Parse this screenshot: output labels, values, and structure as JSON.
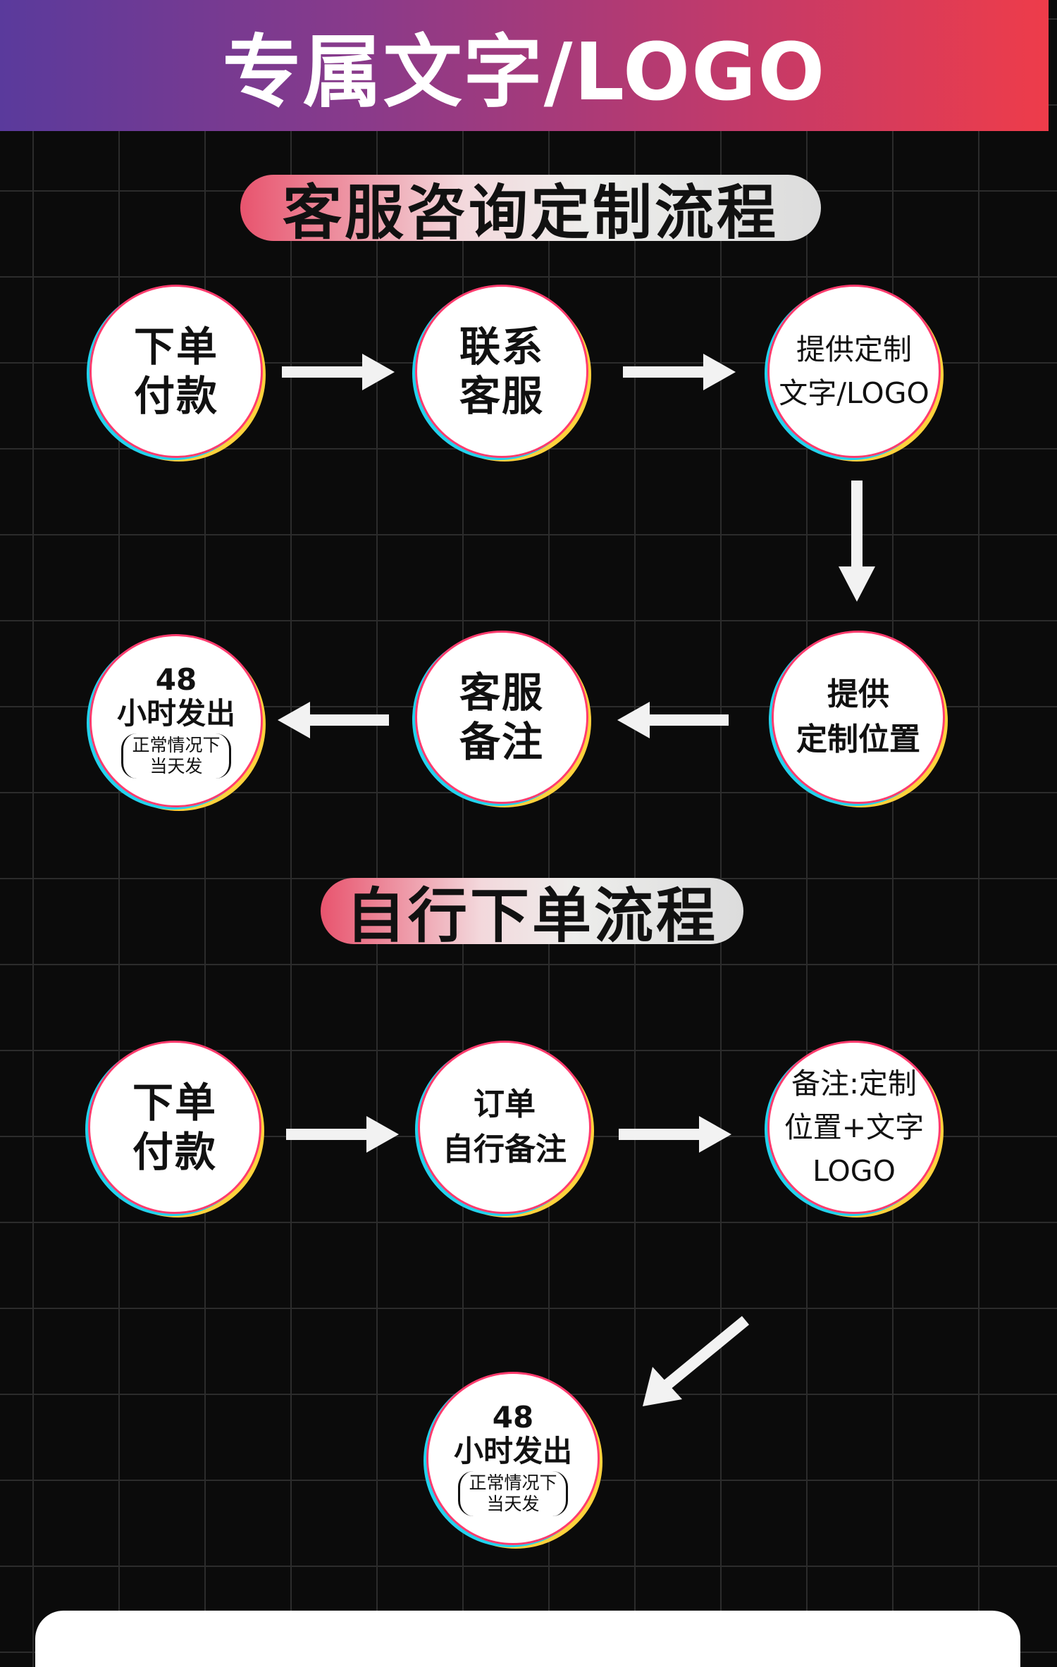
{
  "header": {
    "title": "专属文字/LOGO"
  },
  "sections": [
    {
      "title": "客服咨询定制流程",
      "steps": [
        {
          "lines": [
            "下单",
            "付款"
          ]
        },
        {
          "lines": [
            "联系",
            "客服"
          ]
        },
        {
          "lines": [
            "提供定制",
            "文字/LOGO"
          ]
        },
        {
          "lines": [
            "提供",
            "定制位置"
          ]
        },
        {
          "lines": [
            "客服",
            "备注"
          ]
        },
        {
          "number": "48",
          "main": "小时发出",
          "note": [
            "正常情况下",
            "当天发"
          ]
        }
      ]
    },
    {
      "title": "自行下单流程",
      "steps": [
        {
          "lines": [
            "下单",
            "付款"
          ]
        },
        {
          "lines": [
            "订单",
            "自行备注"
          ]
        },
        {
          "lines": [
            "备注:定制",
            "位置+文字",
            "LOGO"
          ]
        },
        {
          "number": "48",
          "main": "小时发出",
          "note": [
            "正常情况下",
            "当天发"
          ]
        }
      ]
    }
  ]
}
